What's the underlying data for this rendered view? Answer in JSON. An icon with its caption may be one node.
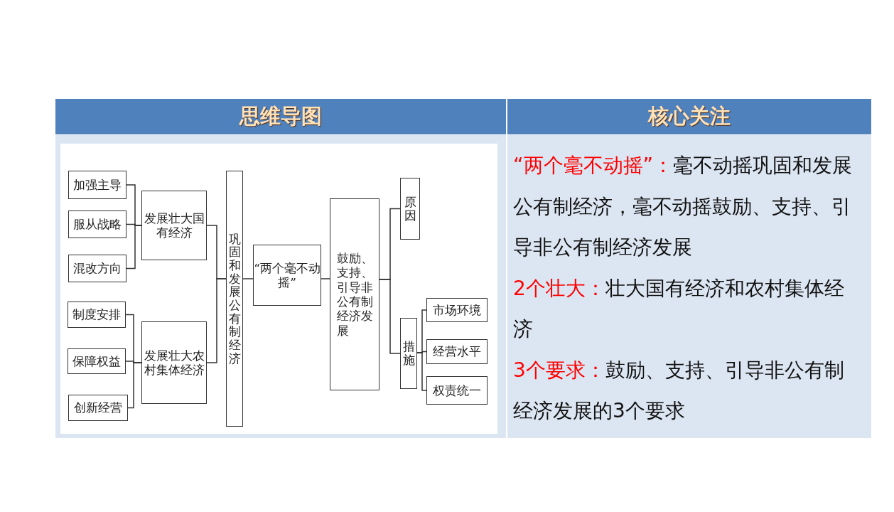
{
  "diagram": {
    "nodes": [
      {
        "text": [
          "思维导图"
        ]
      },
      {
        "text": [
          "核心关注"
        ]
      },
      {
        "text": [
          "“两个毫不动摇”：",
          "毫不动摇巩固和发展公有制经济，毫不动摇鼓励、支持、引导非公有制经济发展",
          "2个壮大：",
          "壮大国有经济和农村集体经济",
          "3个要求：",
          "鼓励、支持、引导非公有制经济发展的3个要求"
        ]
      },
      {
        "text": [
          "加强主导"
        ]
      },
      {
        "text": [
          "服从战略"
        ]
      },
      {
        "text": [
          "混改方向"
        ]
      },
      {
        "text": [
          "发展壮大国有经济"
        ]
      },
      {
        "text": [
          "制度安排"
        ]
      },
      {
        "text": [
          "保障权益"
        ]
      },
      {
        "text": [
          "创新经营"
        ]
      },
      {
        "text": [
          "发展壮大农村集体经济"
        ]
      },
      {
        "text": [
          "巩固和发展公有制经济"
        ]
      },
      {
        "text": [
          "“两个毫不动摇”"
        ]
      },
      {
        "text": [
          "鼓励、支持、引导非公有制经济发展"
        ]
      },
      {
        "text": [
          "原因"
        ]
      },
      {
        "text": [
          "措施"
        ]
      },
      {
        "text": [
          "市场环境"
        ]
      },
      {
        "text": [
          "经营水平"
        ]
      },
      {
        "text": [
          "权责统一"
        ]
      }
    ],
    "edges": [
      {
        "from": 3,
        "to": 6,
        "arrow": "none"
      },
      {
        "from": 4,
        "to": 6,
        "arrow": "none"
      },
      {
        "from": 5,
        "to": 6,
        "arrow": "none"
      },
      {
        "from": 7,
        "to": 10,
        "arrow": "none"
      },
      {
        "from": 8,
        "to": 10,
        "arrow": "none"
      },
      {
        "from": 9,
        "to": 10,
        "arrow": "none"
      },
      {
        "from": 6,
        "to": 11,
        "arrow": "none"
      },
      {
        "from": 10,
        "to": 11,
        "arrow": "none"
      },
      {
        "from": 11,
        "to": 12,
        "arrow": "none"
      },
      {
        "from": 12,
        "to": 13,
        "arrow": "none"
      },
      {
        "from": 13,
        "to": 14,
        "arrow": "none"
      },
      {
        "from": 13,
        "to": 15,
        "arrow": "none"
      },
      {
        "from": 15,
        "to": 16,
        "arrow": "none"
      },
      {
        "from": 15,
        "to": 17,
        "arrow": "none"
      },
      {
        "from": 15,
        "to": 18,
        "arrow": "none"
      }
    ]
  }
}
